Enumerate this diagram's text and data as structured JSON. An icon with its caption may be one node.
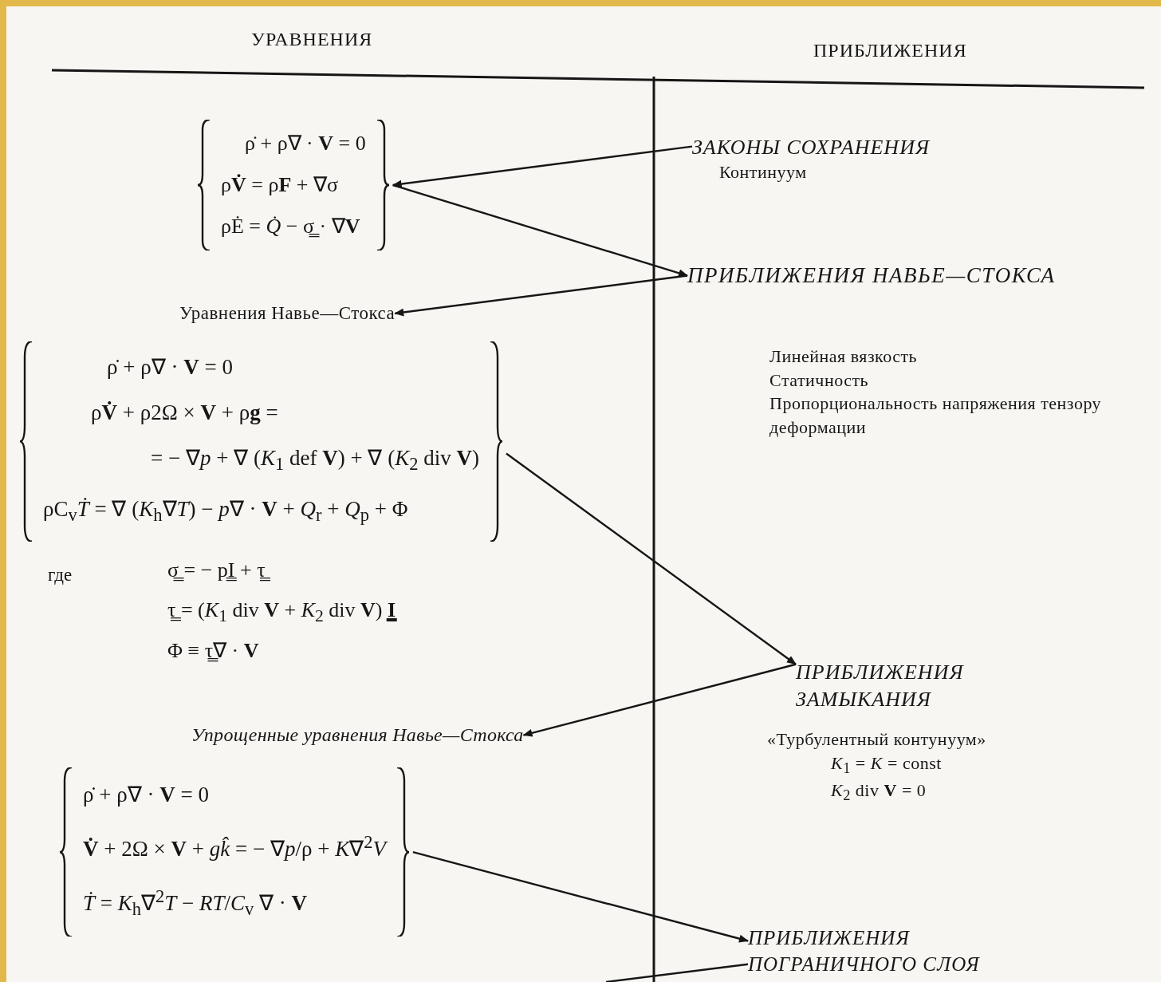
{
  "diagram": {
    "nodes": [
      {
        "text": [
          "ρ̇ + ρ∇ · **V** = 0",
          "ρ**V̇** = ρ**F** + ∇σ",
          "ρĖ = *Q̇* − σ̳ · ∇**V**"
        ]
      },
      {
        "text": [
          "ЗАКОНЫ СОХРАНЕНИЯ",
          "Континуум"
        ]
      },
      {
        "text": [
          "ПРИБЛИЖЕНИЯ НАВЬЕ—СТОКСА"
        ],
        "beside": [
          "Линейная вязкость",
          "Статичность",
          "Пропорциональность напряжения тензору деформации"
        ]
      },
      {
        "text": [
          "Уравнения Навье—Стокса"
        ]
      },
      {
        "text": [
          "ρ̇ + ρ∇ · **V** = 0",
          "ρ**V̇** + ρ2Ω × **V** + ρ**g** =",
          "= − ∇*p* + ∇ (*K*$_{1}$ def **V**) + ∇ (*K*$_{2}$ div **V**)",
          "ρC$_{v}$*Ṫ* = ∇ (*K*$_{h}$∇*T*) − *p*∇ · **V** + *Q*$_{r}$ + *Q*$_{p}$ + Φ"
        ]
      },
      {
        "text": [
          "ПРИБЛИЖЕНИЯ ЗАМЫКАНИЯ"
        ],
        "beside": [
          "«Турбулентный контунуум»",
          "*K*$_{1}$ = *K* = const",
          "*K*$_{2}$ div **V** = 0"
        ]
      },
      {
        "text": [
          "Упрощенные уравнения Навье—Стокса"
        ]
      },
      {
        "text": [
          "ρ̇ + ρ∇ · **V** = 0",
          "**V̇** + 2Ω × **V** + *gk̂* = − ∇*p*/ρ + *K*∇$^{2}$*V*",
          "*Ṫ* = *K*$_{h}$∇$^{2}$*T* − *RT*/*C*$_{v}$ ∇ · **V**"
        ]
      },
      {
        "text": [
          "ПРИБЛИЖЕНИЯ ПОГРАНИЧНОГО СЛОЯ"
        ]
      }
    ],
    "edges": [
      {
        "from": 1,
        "to": 0,
        "arrow": "to"
      },
      {
        "from": 0,
        "to": 2,
        "arrow": "to"
      },
      {
        "from": 2,
        "to": 3,
        "arrow": "to"
      },
      {
        "from": 4,
        "to": 5,
        "arrow": "to"
      },
      {
        "from": 5,
        "to": 6,
        "arrow": "to"
      },
      {
        "from": 7,
        "to": 8,
        "arrow": "to"
      },
      {
        "from": 8,
        "to": null,
        "arrow": "none"
      }
    ],
    "labels": [
      "УРАВНЕНИЯ",
      "ПРИБЛИЖЕНИЯ",
      "где",
      "σ̳ = − pI̳ + τ̳",
      "τ̳ = (*K*$_{1}$ div **V** + *K*$_{2}$ div **V**) **I̳**",
      "Φ ≡ τ̳∇ · **V**"
    ]
  }
}
